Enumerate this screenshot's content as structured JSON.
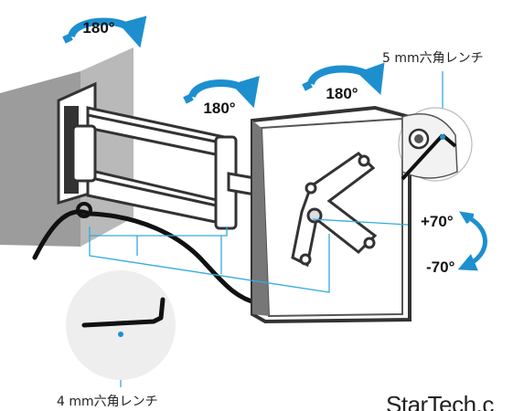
{
  "rotations": [
    {
      "label": "180°"
    },
    {
      "label": "180°"
    },
    {
      "label": "180°"
    }
  ],
  "tilt": {
    "up": "+70°",
    "down": "-70°"
  },
  "callouts": {
    "wrench_5mm": "5 mm六角レンチ",
    "wrench_4mm": "4 mm六角レンチ"
  },
  "brand": {
    "logo": "StarTech.c"
  },
  "colors": {
    "accent": "#1d8fcf",
    "leader": "#33a9e0",
    "wall": "#b4b4b4",
    "arm": "#3a3a3a"
  }
}
